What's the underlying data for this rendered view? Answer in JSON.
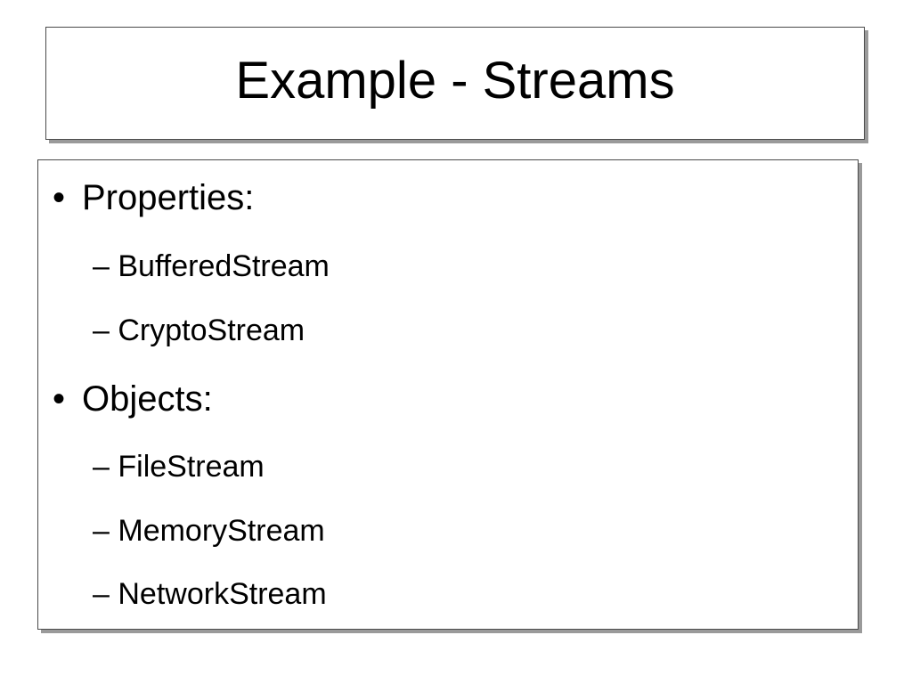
{
  "slide": {
    "title": "Example - Streams",
    "groups": [
      {
        "bullet": "•",
        "label": "Properties:",
        "children": [
          {
            "dash": "–",
            "label": "BufferedStream"
          },
          {
            "dash": "–",
            "label": "CryptoStream"
          }
        ]
      },
      {
        "bullet": "•",
        "label": "Objects:",
        "children": [
          {
            "dash": "–",
            "label": "FileStream"
          },
          {
            "dash": "–",
            "label": "MemoryStream"
          },
          {
            "dash": "–",
            "label": "NetworkStream"
          }
        ]
      }
    ]
  },
  "colors": {
    "text": "#000000",
    "border": "#4a4a4a",
    "shadow": "#9a9a9a",
    "background": "#ffffff"
  }
}
